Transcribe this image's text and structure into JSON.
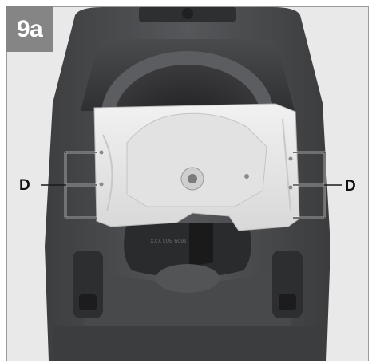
{
  "figure": {
    "label": "9a",
    "callouts": {
      "left": "D",
      "right": "D"
    },
    "embossed_text": "1609 B03 XXX"
  }
}
